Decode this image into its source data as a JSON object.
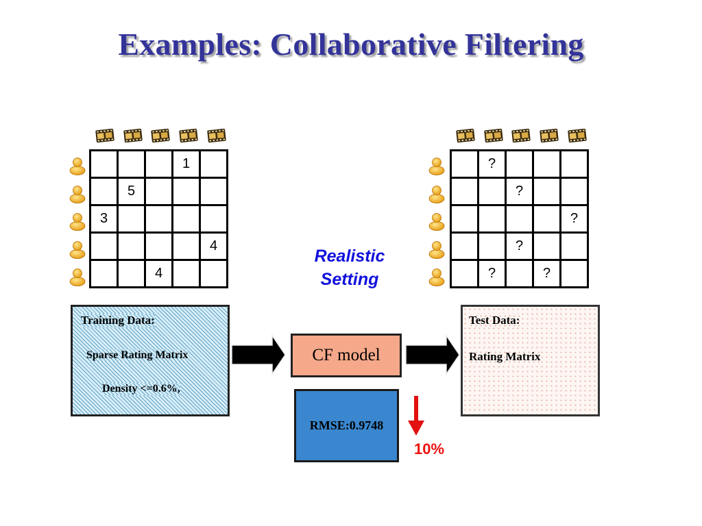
{
  "title": "Examples: Collaborative Filtering",
  "icons": {
    "movie": "film-strip-icon",
    "user": "user-icon"
  },
  "colors": {
    "title": "#33339a",
    "realistic": "#1111dd",
    "cf_model_fill": "#f5a98a",
    "rmse_fill": "#3a87cf",
    "down_arrow": "#e11111"
  },
  "train_matrix": [
    [
      "",
      "",
      "",
      "1",
      ""
    ],
    [
      "",
      "5",
      "",
      "",
      ""
    ],
    [
      "3",
      "",
      "",
      "",
      ""
    ],
    [
      "",
      "",
      "",
      "",
      "4"
    ],
    [
      "",
      "",
      "4",
      "",
      ""
    ]
  ],
  "test_matrix": [
    [
      "",
      "?",
      "",
      "",
      ""
    ],
    [
      "",
      "",
      "?",
      "",
      ""
    ],
    [
      "",
      "",
      "",
      "",
      "?"
    ],
    [
      "",
      "",
      "?",
      "",
      ""
    ],
    [
      "",
      "?",
      "",
      "?",
      ""
    ]
  ],
  "realistic": {
    "line1": "Realistic",
    "line2": "Setting"
  },
  "training_box": {
    "heading": "Training Data:",
    "line1": "Sparse Rating Matrix",
    "line2": "Density <=0.6%,"
  },
  "test_box": {
    "heading": "Test Data:",
    "line1": "Rating Matrix"
  },
  "cf_model": "CF model",
  "rmse": "RMSE:0.9748",
  "improvement": "10%"
}
